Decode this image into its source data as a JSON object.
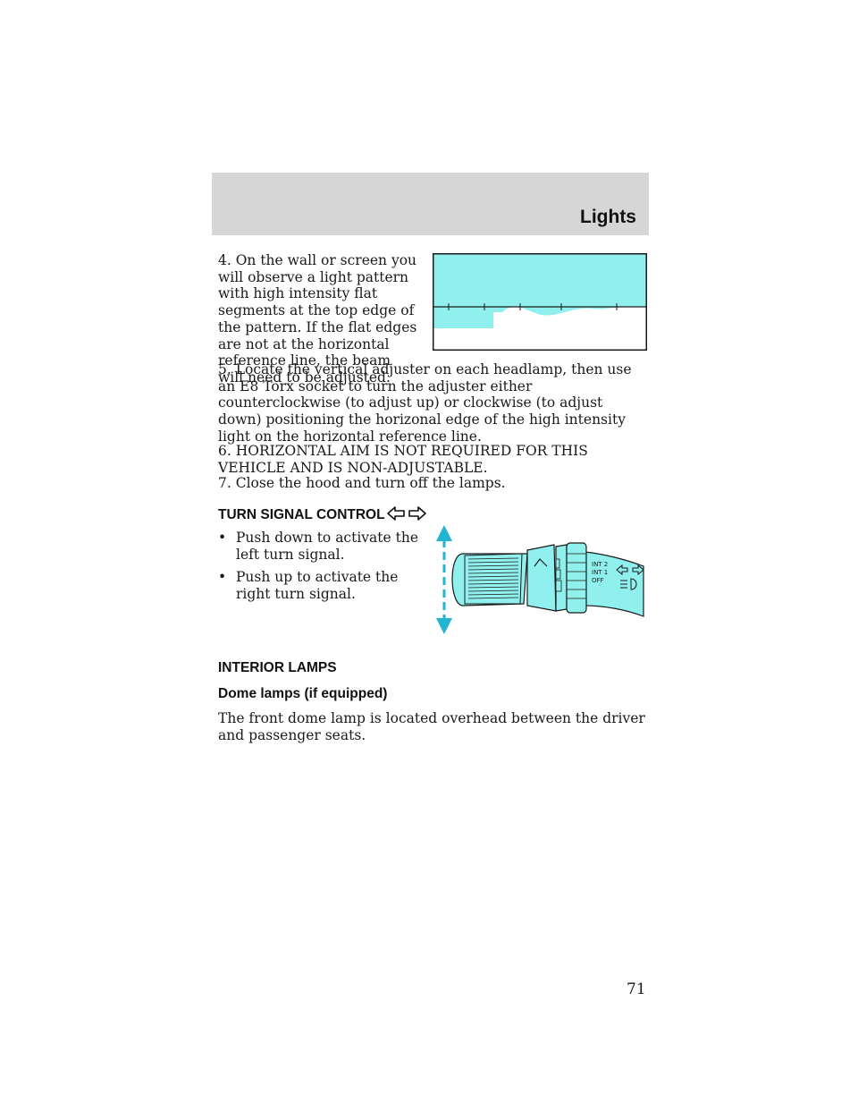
{
  "header": {
    "section_title": "Lights"
  },
  "steps": {
    "step4": "4. On the wall or screen you will observe a light pattern with high intensity flat segments at the top edge of the pattern. If the flat edges are not at the horizontal reference line, the beam will need to be adjusted.",
    "step5": "5. Locate the vertical adjuster on each headlamp, then use an E8 Torx socket to turn the adjuster either counterclockwise (to adjust up) or clockwise (to adjust down) positioning the horizonal edge of the high intensity light on the horizontal reference line.",
    "step6": "6. HORIZONTAL AIM IS NOT REQUIRED FOR THIS VEHICLE AND IS NON-ADJUSTABLE.",
    "step7": "7. Close the hood and turn off the lamps."
  },
  "turn_signal": {
    "heading": "TURN SIGNAL CONTROL",
    "bullets": [
      "Push down to activate the left turn signal.",
      "Push up to activate the right turn signal."
    ],
    "bullet_symbol": "•",
    "icon": "turn-signal-arrows-icon"
  },
  "stalk_figure": {
    "labels": [
      "INT 2",
      "INT 1",
      "OFF"
    ]
  },
  "interior": {
    "heading": "INTERIOR LAMPS",
    "subheading": "Dome lamps (if equipped)",
    "text": "The front dome lamp is located overhead between the driver and passenger seats."
  },
  "footer": {
    "page_number": "71"
  },
  "colors": {
    "figure_fill": "#8ff0ee",
    "header_band": "#d6d6d6",
    "arrow": "#21b5d2"
  }
}
